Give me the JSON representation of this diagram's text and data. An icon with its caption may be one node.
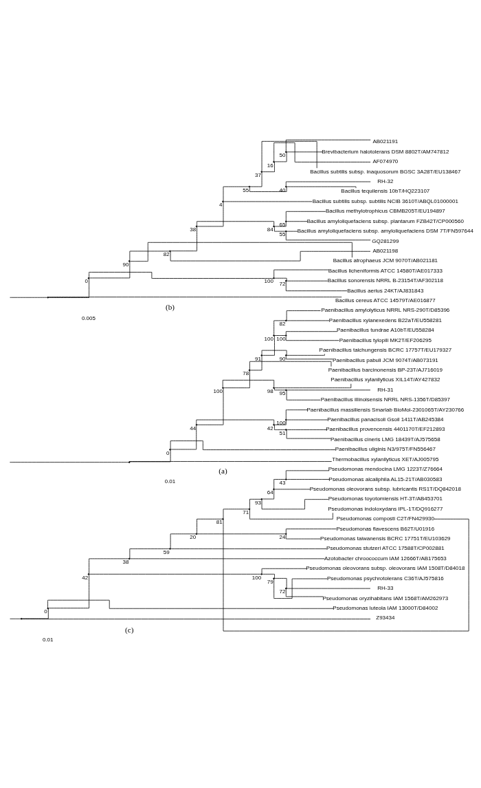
{
  "diagram": {
    "nodes": [
      {
        "text": [],
        "shape": "point"
      },
      {
        "text": [],
        "shape": "point",
        "beside": [
          "0"
        ]
      },
      {
        "text": [],
        "shape": "point",
        "beside": [
          "44"
        ]
      },
      {
        "text": [],
        "shape": "point",
        "beside": [
          "100"
        ]
      },
      {
        "text": [],
        "shape": "point",
        "beside": [
          "78"
        ]
      },
      {
        "text": [],
        "shape": "point",
        "beside": [
          "91"
        ]
      },
      {
        "text": [],
        "shape": "point",
        "beside": [
          "100"
        ]
      },
      {
        "text": [],
        "shape": "point",
        "beside": [
          "82"
        ]
      },
      {
        "text": [
          "Paenibacillus amylolyticus NRRL NRS-290T/D85396"
        ]
      },
      {
        "text": [
          "Paenibacillus xylanexedens B22aT/EU558281"
        ]
      },
      {
        "text": [],
        "shape": "point",
        "beside": [
          "100"
        ]
      },
      {
        "text": [
          "Paenibacillus tundrae A10bT/EU558284"
        ]
      },
      {
        "text": [
          "Paenibacillus tylopili MK2T/EF206295"
        ]
      },
      {
        "text": [],
        "shape": "point",
        "beside": [
          "90"
        ]
      },
      {
        "text": [
          "Paenibacillus taichungensis BCRC 17757T/EU179327"
        ]
      },
      {
        "text": [
          "Paenibacillus pabuli JCM 9074T/AB073191"
        ]
      },
      {
        "text": [
          "Paenibacillus barcinonensis BP-23T/AJ716019"
        ]
      },
      {
        "text": [],
        "shape": "point",
        "beside": [
          "98"
        ]
      },
      {
        "text": [
          "Paenibacillus xylanilyticus XIL14T/AY427832"
        ]
      },
      {
        "text": [],
        "shape": "point",
        "beside": [
          "95"
        ]
      },
      {
        "text": [
          "RH-31"
        ]
      },
      {
        "text": [
          "Paenibacillus illinoisensis NRRL NRS-1356T/D85397"
        ]
      },
      {
        "text": [],
        "shape": "point",
        "beside": [
          "42"
        ]
      },
      {
        "text": [],
        "shape": "point",
        "beside": [
          "100"
        ]
      },
      {
        "text": [
          "Paenibacillus massiliensis Smarlab BioMol-2301065T/AY230766"
        ]
      },
      {
        "text": [
          "Paenibacillus panacisoli Gsoil 1411T/AB245384"
        ]
      },
      {
        "text": [],
        "shape": "point",
        "beside": [
          "51"
        ]
      },
      {
        "text": [
          "Paenibacillus provencensis 4401170T/EF212893"
        ]
      },
      {
        "text": [
          "Paenibacillus cineris LMG 18439T/AJ575658"
        ]
      },
      {
        "text": [
          "Paenibacillus uliginis N3/975T/FN556467"
        ]
      },
      {
        "text": [
          "Thermobacillus xylanilyticus XET/AJ005795"
        ]
      },
      {
        "text": [],
        "shape": "point"
      },
      {
        "text": [],
        "shape": "point",
        "beside": [
          "0"
        ]
      },
      {
        "text": [],
        "shape": "point",
        "beside": [
          "90"
        ]
      },
      {
        "text": [],
        "shape": "point",
        "beside": [
          "82"
        ]
      },
      {
        "text": [],
        "shape": "point",
        "beside": [
          "38"
        ]
      },
      {
        "text": [],
        "shape": "point",
        "beside": [
          "4"
        ]
      },
      {
        "text": [],
        "shape": "point",
        "beside": [
          "55"
        ]
      },
      {
        "text": [],
        "shape": "point",
        "beside": [
          "37"
        ]
      },
      {
        "text": [],
        "shape": "point",
        "beside": [
          "16"
        ]
      },
      {
        "text": [],
        "shape": "point",
        "beside": [
          "50"
        ]
      },
      {
        "text": [
          "AB021191"
        ]
      },
      {
        "text": [
          "Brevibacterium halotolerans DSM 8802T/AM747812"
        ]
      },
      {
        "text": [
          "AF074970"
        ]
      },
      {
        "text": [
          "Bacillus subtilis subsp. inaquosorum BGSC 3A28T/EU138467"
        ]
      },
      {
        "text": [],
        "shape": "point",
        "beside": [
          "40"
        ]
      },
      {
        "text": [
          "RH-32"
        ]
      },
      {
        "text": [
          "Bacillus tequilensis 10bT/HQ223107"
        ]
      },
      {
        "text": [
          "Bacillus subtilis subsp. subtilis NCIB 3610T/ABQL01000001"
        ]
      },
      {
        "text": [],
        "shape": "point",
        "beside": [
          "84"
        ]
      },
      {
        "text": [],
        "shape": "point",
        "beside": [
          "65"
        ]
      },
      {
        "text": [
          "Bacillus methylotrophicus CBMB205T/EU194897"
        ]
      },
      {
        "text": [
          "Bacillus amyloliquefaciens subsp. plantarum FZB42T/CP000560"
        ]
      },
      {
        "text": [],
        "shape": "point",
        "beside": [
          "55"
        ]
      },
      {
        "text": [
          "Bacillus amyloliquefaciens subsp. amyloliquefaciens DSM 7T/FN597644"
        ]
      },
      {
        "text": [
          "GQ281299"
        ]
      },
      {
        "text": [
          "AB021198"
        ]
      },
      {
        "text": [
          "Bacillus atrophaeus JCM 9070T/AB021181"
        ]
      },
      {
        "text": [],
        "shape": "point",
        "beside": [
          "100"
        ]
      },
      {
        "text": [
          "Bacillus licheniformis ATCC 14580T/AE017333"
        ]
      },
      {
        "text": [],
        "shape": "point",
        "beside": [
          "72"
        ]
      },
      {
        "text": [
          "Bacillus sonorensis NRRL B-23154T/AF302118"
        ]
      },
      {
        "text": [
          "Bacillus aerius 24KT/AJ831843"
        ]
      },
      {
        "text": [
          "Bacillus cereus ATCC 14579T/AE016877"
        ]
      },
      {
        "text": [],
        "shape": "point"
      },
      {
        "text": [],
        "shape": "point",
        "beside": [
          "0"
        ]
      },
      {
        "text": [],
        "shape": "point",
        "beside": [
          "42"
        ]
      },
      {
        "text": [],
        "shape": "point",
        "beside": [
          "38"
        ]
      },
      {
        "text": [],
        "shape": "point",
        "beside": [
          "59"
        ]
      },
      {
        "text": [],
        "shape": "point",
        "beside": [
          "20"
        ]
      },
      {
        "text": [],
        "shape": "point",
        "beside": [
          "81"
        ]
      },
      {
        "text": [],
        "shape": "point",
        "beside": [
          "71"
        ]
      },
      {
        "text": [],
        "shape": "point",
        "beside": [
          "93"
        ]
      },
      {
        "text": [],
        "shape": "point",
        "beside": [
          "64"
        ]
      },
      {
        "text": [],
        "shape": "point",
        "beside": [
          "43"
        ]
      },
      {
        "text": [
          "Pseudomonas mendocina LMG 1223T/Z76664"
        ]
      },
      {
        "text": [
          "Pseudomonas alcaliphila AL15-21T/AB030583"
        ]
      },
      {
        "text": [
          "Pseudomonas oleovorans subsp. lubricantis RS1T/DQ842018"
        ]
      },
      {
        "text": [
          "Pseudomonas toyotomiensis HT-3T/AB453701"
        ]
      },
      {
        "text": [
          "Pseudomonas indoloxydans IPL-1T/DQ916277"
        ]
      },
      {
        "text": [
          "Pseudomonas composti C2T/FN429930"
        ]
      },
      {
        "text": [],
        "shape": "point",
        "beside": [
          "24"
        ]
      },
      {
        "text": [
          "Pseudomonas flavescens B62T/U01916"
        ]
      },
      {
        "text": [
          "Pseudomonas taiwanensis BCRC 17751T/EU103629"
        ]
      },
      {
        "text": [
          "Pseudomonas stutzeri ATCC 17588T/CP002881"
        ]
      },
      {
        "text": [
          "Azotobacter chroococcum IAM 12666T/AB175653"
        ]
      },
      {
        "text": [],
        "shape": "point",
        "beside": [
          "100"
        ]
      },
      {
        "text": [
          "Pseudomonas oleovorans subsp. oleovorans IAM 1508T/D84018"
        ]
      },
      {
        "text": [],
        "shape": "point",
        "beside": [
          "79"
        ]
      },
      {
        "text": [
          "Pseudomonas psychrotolerans C36T/AJ575816"
        ]
      },
      {
        "text": [],
        "shape": "point",
        "beside": [
          "72"
        ]
      },
      {
        "text": [
          "RH-33"
        ]
      },
      {
        "text": [
          "Pseudomonas oryzihabitans IAM 1568T/AM262973"
        ]
      },
      {
        "text": [
          "Pseudomonas luteola IAM 13000T/D84002"
        ]
      },
      {
        "text": [
          "Z93434"
        ]
      }
    ],
    "edges": [
      {
        "from": null,
        "to": 0,
        "arrow": "none"
      },
      {
        "from": 0,
        "to": 1,
        "arrow": "none"
      },
      {
        "from": 0,
        "to": 30,
        "arrow": "none"
      },
      {
        "from": 1,
        "to": 2,
        "arrow": "none"
      },
      {
        "from": 1,
        "to": 29,
        "arrow": "none"
      },
      {
        "from": 2,
        "to": 3,
        "arrow": "none"
      },
      {
        "from": 2,
        "to": 22,
        "arrow": "none"
      },
      {
        "from": 3,
        "to": 4,
        "arrow": "none"
      },
      {
        "from": 3,
        "to": 17,
        "arrow": "none"
      },
      {
        "from": 4,
        "to": 5,
        "arrow": "none"
      },
      {
        "from": 4,
        "to": 16,
        "arrow": "none"
      },
      {
        "from": 5,
        "to": 6,
        "arrow": "none"
      },
      {
        "from": 5,
        "to": 13,
        "arrow": "none"
      },
      {
        "from": 6,
        "to": 7,
        "arrow": "none"
      },
      {
        "from": 6,
        "to": 10,
        "arrow": "none"
      },
      {
        "from": 7,
        "to": 8,
        "arrow": "none"
      },
      {
        "from": 7,
        "to": 9,
        "arrow": "none"
      },
      {
        "from": 10,
        "to": 11,
        "arrow": "none"
      },
      {
        "from": 10,
        "to": 12,
        "arrow": "none"
      },
      {
        "from": 13,
        "to": 14,
        "arrow": "none"
      },
      {
        "from": 13,
        "to": 15,
        "arrow": "none"
      },
      {
        "from": 17,
        "to": 18,
        "arrow": "none"
      },
      {
        "from": 17,
        "to": 19,
        "arrow": "none"
      },
      {
        "from": 19,
        "to": 20,
        "arrow": "none"
      },
      {
        "from": 19,
        "to": 21,
        "arrow": "none"
      },
      {
        "from": 22,
        "to": 23,
        "arrow": "none"
      },
      {
        "from": 22,
        "to": 26,
        "arrow": "none"
      },
      {
        "from": 23,
        "to": 24,
        "arrow": "none"
      },
      {
        "from": 23,
        "to": 25,
        "arrow": "none"
      },
      {
        "from": 26,
        "to": 27,
        "arrow": "none"
      },
      {
        "from": 26,
        "to": 28,
        "arrow": "none"
      },
      {
        "from": null,
        "to": 31,
        "arrow": "none"
      },
      {
        "from": 31,
        "to": 32,
        "arrow": "none"
      },
      {
        "from": 31,
        "to": 63,
        "arrow": "none"
      },
      {
        "from": 32,
        "to": 33,
        "arrow": "none"
      },
      {
        "from": 32,
        "to": 58,
        "arrow": "none"
      },
      {
        "from": 33,
        "to": 34,
        "arrow": "none"
      },
      {
        "from": 33,
        "to": 57,
        "arrow": "none"
      },
      {
        "from": 34,
        "to": 35,
        "arrow": "none"
      },
      {
        "from": 34,
        "to": 56,
        "arrow": "none"
      },
      {
        "from": 35,
        "to": 36,
        "arrow": "none"
      },
      {
        "from": 35,
        "to": 49,
        "arrow": "none"
      },
      {
        "from": 36,
        "to": 37,
        "arrow": "none"
      },
      {
        "from": 36,
        "to": 48,
        "arrow": "none"
      },
      {
        "from": 37,
        "to": 38,
        "arrow": "none"
      },
      {
        "from": 37,
        "to": 45,
        "arrow": "none"
      },
      {
        "from": 38,
        "to": 39,
        "arrow": "none"
      },
      {
        "from": 38,
        "to": 44,
        "arrow": "none"
      },
      {
        "from": 39,
        "to": 40,
        "arrow": "none"
      },
      {
        "from": 39,
        "to": 43,
        "arrow": "none"
      },
      {
        "from": 40,
        "to": 41,
        "arrow": "none"
      },
      {
        "from": 40,
        "to": 42,
        "arrow": "none"
      },
      {
        "from": 45,
        "to": 46,
        "arrow": "none"
      },
      {
        "from": 45,
        "to": 47,
        "arrow": "none"
      },
      {
        "from": 49,
        "to": 50,
        "arrow": "none"
      },
      {
        "from": 49,
        "to": 53,
        "arrow": "none"
      },
      {
        "from": 50,
        "to": 51,
        "arrow": "none"
      },
      {
        "from": 50,
        "to": 52,
        "arrow": "none"
      },
      {
        "from": 53,
        "to": 54,
        "arrow": "none"
      },
      {
        "from": 53,
        "to": 55,
        "arrow": "none"
      },
      {
        "from": 58,
        "to": 59,
        "arrow": "none"
      },
      {
        "from": 58,
        "to": 60,
        "arrow": "none"
      },
      {
        "from": 60,
        "to": 61,
        "arrow": "none"
      },
      {
        "from": 60,
        "to": 62,
        "arrow": "none"
      },
      {
        "from": null,
        "to": 64,
        "arrow": "none"
      },
      {
        "from": 64,
        "to": 65,
        "arrow": "none"
      },
      {
        "from": 64,
        "to": 94,
        "arrow": "none"
      },
      {
        "from": 65,
        "to": 66,
        "arrow": "none"
      },
      {
        "from": 65,
        "to": 93,
        "arrow": "none"
      },
      {
        "from": 66,
        "to": 67,
        "arrow": "none"
      },
      {
        "from": 66,
        "to": 86,
        "arrow": "none"
      },
      {
        "from": 67,
        "to": 68,
        "arrow": "none"
      },
      {
        "from": 67,
        "to": 85,
        "arrow": "none"
      },
      {
        "from": 68,
        "to": 69,
        "arrow": "none"
      },
      {
        "from": 68,
        "to": 84,
        "arrow": "none"
      },
      {
        "from": 69,
        "to": 70,
        "arrow": "none"
      },
      {
        "from": 69,
        "to": 81,
        "arrow": "none"
      },
      {
        "from": 70,
        "to": 71,
        "arrow": "none"
      },
      {
        "from": 70,
        "to": 80,
        "arrow": "none"
      },
      {
        "from": 71,
        "to": 72,
        "arrow": "none"
      },
      {
        "from": 71,
        "to": 79,
        "arrow": "none"
      },
      {
        "from": 72,
        "to": 73,
        "arrow": "none"
      },
      {
        "from": 72,
        "to": 78,
        "arrow": "none"
      },
      {
        "from": 73,
        "to": 74,
        "arrow": "none"
      },
      {
        "from": 73,
        "to": 77,
        "arrow": "none"
      },
      {
        "from": 74,
        "to": 75,
        "arrow": "none"
      },
      {
        "from": 74,
        "to": 76,
        "arrow": "none"
      },
      {
        "from": 81,
        "to": 82,
        "arrow": "none"
      },
      {
        "from": 81,
        "to": 83,
        "arrow": "none"
      },
      {
        "from": 86,
        "to": 87,
        "arrow": "none"
      },
      {
        "from": 86,
        "to": 88,
        "arrow": "none"
      },
      {
        "from": 88,
        "to": 89,
        "arrow": "none"
      },
      {
        "from": 88,
        "to": 90,
        "arrow": "none"
      },
      {
        "from": 90,
        "to": 91,
        "arrow": "none"
      },
      {
        "from": 90,
        "to": 92,
        "arrow": "none"
      }
    ],
    "labels": [
      "(a)",
      "0.01",
      "(b)",
      "0.005",
      "(c)",
      "0.01"
    ]
  }
}
